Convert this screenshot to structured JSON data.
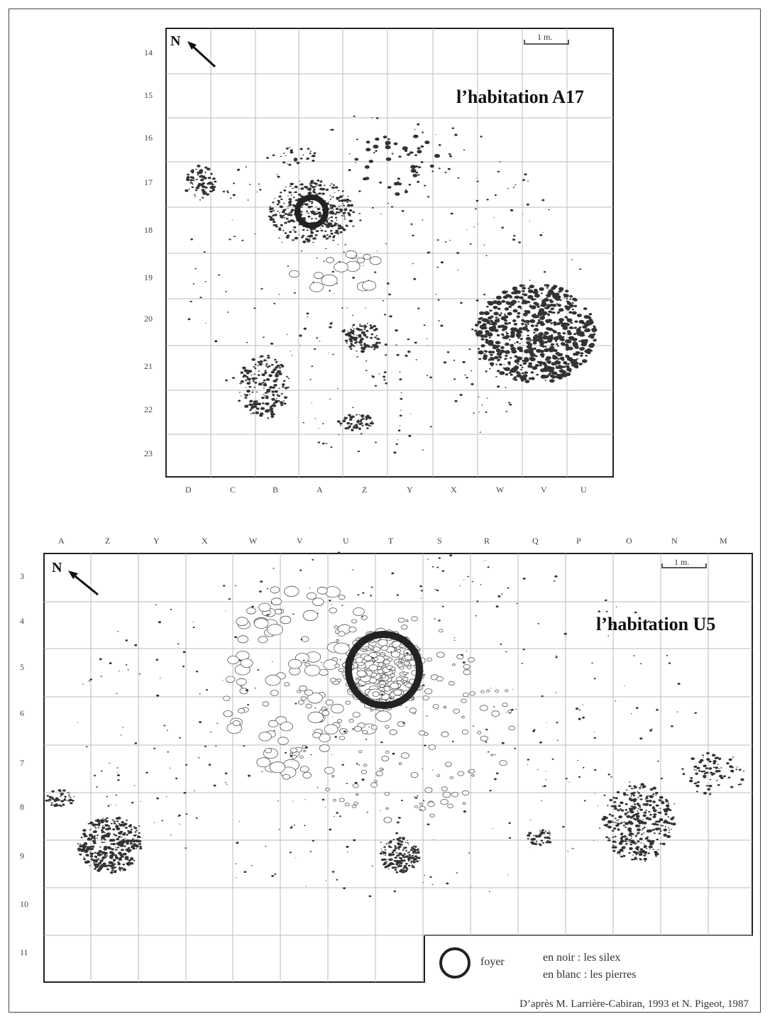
{
  "map_top": {
    "title": "l’habitation A17",
    "north": "N",
    "scale": "1 m.",
    "rows": [
      "14",
      "15",
      "16",
      "17",
      "18",
      "19",
      "20",
      "21",
      "22",
      "23"
    ],
    "cols": [
      "D",
      "C",
      "B",
      "A",
      "Z",
      "Y",
      "X",
      "W",
      "V",
      "U"
    ]
  },
  "map_bottom": {
    "title": "l’habitation U5",
    "north": "N",
    "scale": "1 m.",
    "rows": [
      "3",
      "4",
      "5",
      "6",
      "7",
      "8",
      "9",
      "10",
      "11"
    ],
    "cols": [
      "A",
      "Z",
      "Y",
      "X",
      "W",
      "V",
      "U",
      "T",
      "S",
      "R",
      "Q",
      "P",
      "O",
      "N",
      "M"
    ]
  },
  "legend": {
    "foyer": "foyer",
    "line1": "en noir : les silex",
    "line2": "en blanc : les pierres"
  },
  "credit": "D’après M. Larrière-Cabiran, 1993 et N. Pigeot, 1987"
}
